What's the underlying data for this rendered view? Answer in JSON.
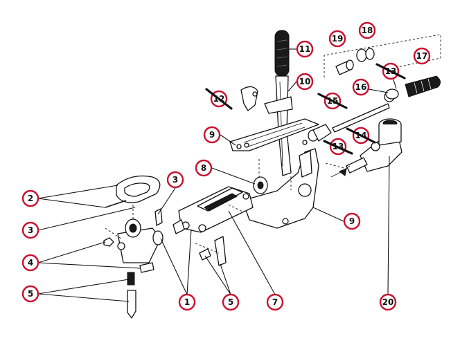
{
  "colors": {
    "callout_ring": "#c8102e",
    "ink": "#111111",
    "background": "#ffffff"
  },
  "callouts": [
    {
      "id": "c2",
      "label": "2",
      "superseded": false
    },
    {
      "id": "c3a",
      "label": "3",
      "superseded": false
    },
    {
      "id": "c3b",
      "label": "3",
      "superseded": false
    },
    {
      "id": "c4",
      "label": "4",
      "superseded": false
    },
    {
      "id": "c5a",
      "label": "5",
      "superseded": false
    },
    {
      "id": "c1",
      "label": "1",
      "superseded": false
    },
    {
      "id": "c5b",
      "label": "5",
      "superseded": false
    },
    {
      "id": "c7",
      "label": "7",
      "superseded": false
    },
    {
      "id": "c8",
      "label": "8",
      "superseded": false
    },
    {
      "id": "c9a",
      "label": "9",
      "superseded": false
    },
    {
      "id": "c9b",
      "label": "9",
      "superseded": false
    },
    {
      "id": "c10",
      "label": "10",
      "superseded": false
    },
    {
      "id": "c11",
      "label": "11",
      "superseded": false
    },
    {
      "id": "c12",
      "label": "12",
      "superseded": true
    },
    {
      "id": "c13",
      "label": "13",
      "superseded": true
    },
    {
      "id": "c14",
      "label": "14",
      "superseded": true
    },
    {
      "id": "c15",
      "label": "15",
      "superseded": true
    },
    {
      "id": "c16",
      "label": "16",
      "superseded": false
    },
    {
      "id": "c17",
      "label": "17",
      "superseded": false
    },
    {
      "id": "c18",
      "label": "18",
      "superseded": false
    },
    {
      "id": "c19",
      "label": "19",
      "superseded": false
    },
    {
      "id": "c20",
      "label": "20",
      "superseded": false
    },
    {
      "id": "c13b",
      "label": "13",
      "superseded": true
    }
  ]
}
